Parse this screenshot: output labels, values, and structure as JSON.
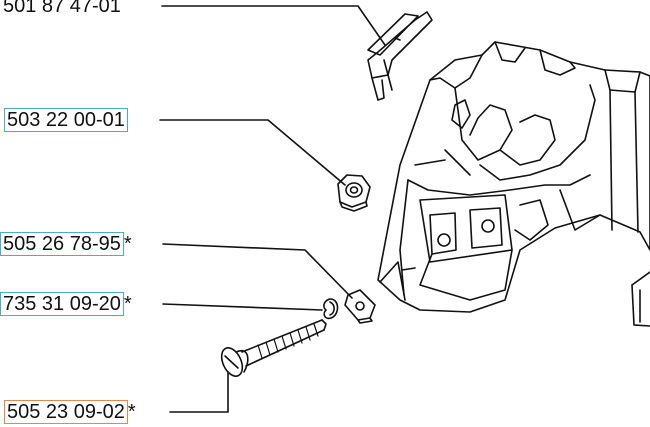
{
  "colors": {
    "line": "#111111",
    "label_box_blue": "#4fa9c9",
    "label_box_orange": "#e08a4a"
  },
  "callouts": [
    {
      "id": "part-501-87-47-01",
      "part_number": "501 87 47-01",
      "suffix": "",
      "box": "none"
    },
    {
      "id": "part-503-22-00-01",
      "part_number": "503 22 00-01",
      "suffix": "",
      "box": "blue"
    },
    {
      "id": "part-505-26-78-95",
      "part_number": "505 26 78-95",
      "suffix": "*",
      "box": "blue"
    },
    {
      "id": "part-735-31-09-20",
      "part_number": "735 31 09-20",
      "suffix": "*",
      "box": "blue"
    },
    {
      "id": "part-505-23-09-02",
      "part_number": "505 23 09-02",
      "suffix": "*",
      "box": "orange"
    }
  ]
}
